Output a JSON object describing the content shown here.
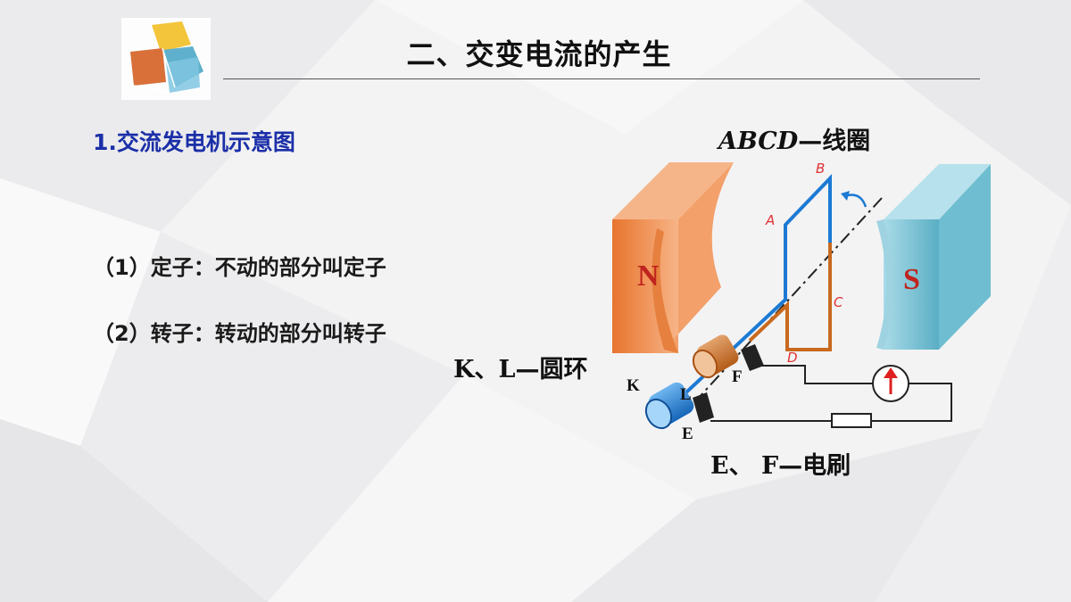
{
  "header": {
    "title": "二、交变电流的产生"
  },
  "section": {
    "heading": "1.交流发电机示意图"
  },
  "items": [
    {
      "text": "（1）定子：不动的部分叫定子"
    },
    {
      "text": "（2）转子：转动的部分叫转子"
    }
  ],
  "diagram": {
    "coil_label_letters": "ABCD",
    "coil_label_text": "—线圈",
    "rings_label_letters": "K、L",
    "rings_label_text": "—圆环",
    "brushes_label_letters": "E、 F",
    "brushes_label_text": "—电刷",
    "magnet_north": "N",
    "magnet_south": "S",
    "point_a": "A",
    "point_b": "B",
    "point_c": "C",
    "point_d": "D",
    "point_k": "K",
    "point_l": "L",
    "point_e": "E",
    "point_f": "F",
    "colors": {
      "north_magnet": "#f08a4b",
      "south_magnet": "#7fc6d8",
      "coil_blue": "#1c7ad4",
      "coil_orange": "#c8691e",
      "label_red": "#e03030",
      "ammeter_arrow": "#e02020"
    }
  }
}
